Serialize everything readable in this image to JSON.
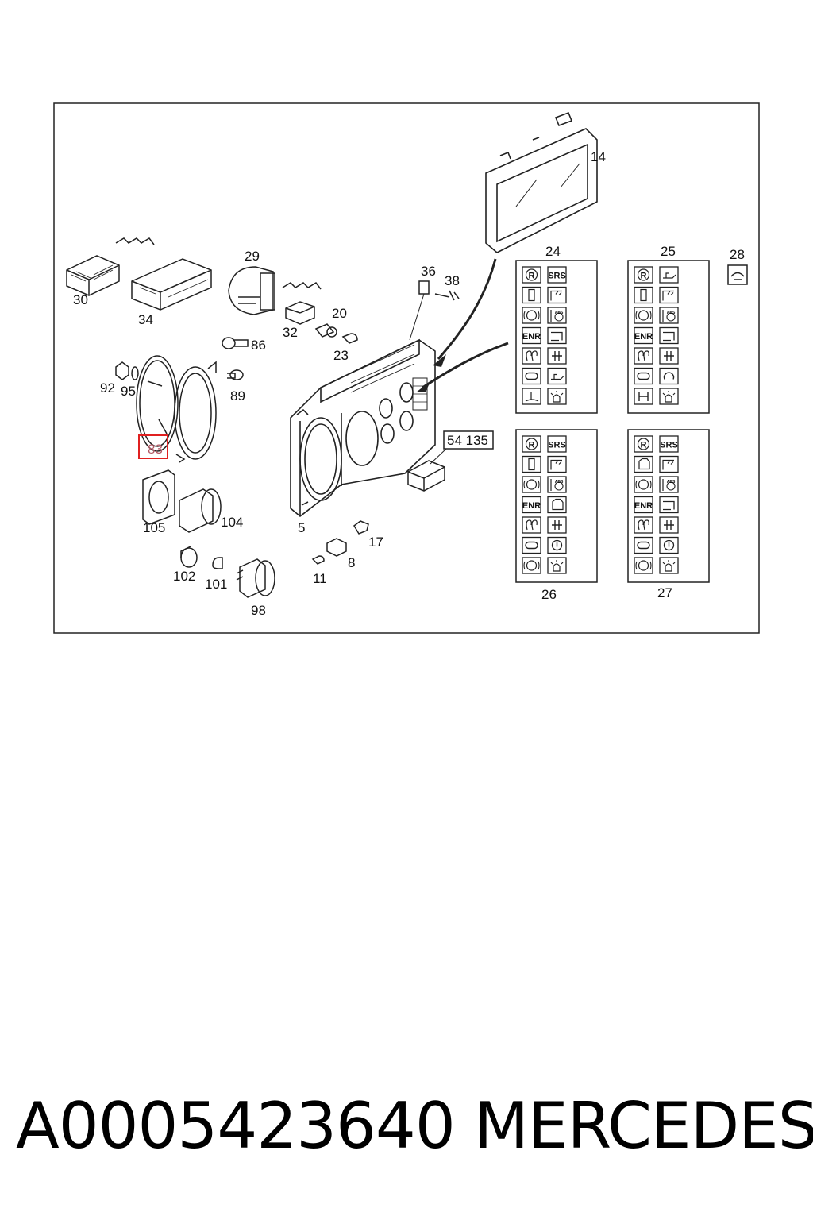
{
  "callouts": {
    "c5": "5",
    "c8": "8",
    "c11": "11",
    "c14": "14",
    "c17": "17",
    "c20": "20",
    "c23": "23",
    "c24": "24",
    "c25": "25",
    "c26": "26",
    "c27": "27",
    "c28": "28",
    "c29": "29",
    "c30": "30",
    "c32": "32",
    "c34": "34",
    "c36": "36",
    "c38": "38",
    "c83": "83",
    "c86": "86",
    "c89": "89",
    "c92": "92",
    "c95": "95",
    "c98": "98",
    "c101": "101",
    "c102": "102",
    "c104": "104",
    "c105": "105"
  },
  "reference_box": "54 135",
  "highlight_color": "#e02020",
  "symbol_text": {
    "r": "R",
    "srs": "SRS",
    "enr": "ENR",
    "abs": "ABS"
  },
  "footer": {
    "part_number": "A0005423640",
    "brand": "MERCEDES"
  }
}
